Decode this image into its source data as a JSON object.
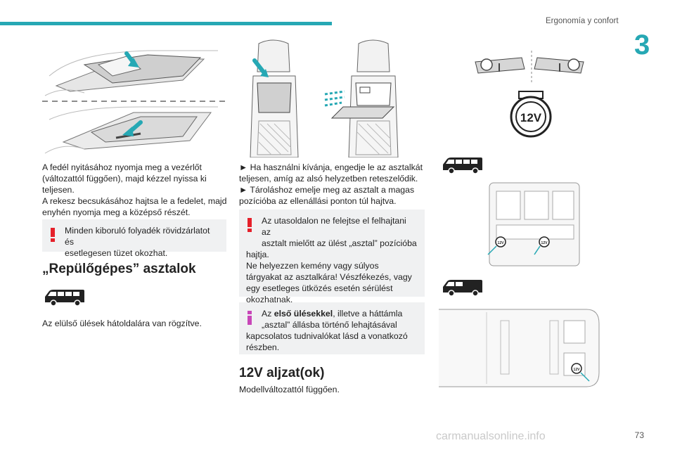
{
  "header": {
    "section": "Ergonomía y confort",
    "chapter": "3"
  },
  "col1": {
    "intro": [
      "A fedél nyitásához nyomja meg a vezérlőt",
      "(változattól függően), majd kézzel nyissa ki",
      "teljesen.",
      "A rekesz becsukásához hajtsa le a fedelet, majd",
      "enyhén nyomja meg a középső részét."
    ],
    "warning": [
      "Minden kiboruló folyadék rövidzárlatot és",
      "esetlegesen tüzet okozhat."
    ],
    "heading": "„Repülőgépes” asztalok",
    "fixed": "Az elülső ülések hátoldalára van rögzítve."
  },
  "col2": {
    "steps": [
      "► Ha használni kívánja, engedje le az asztalkát",
      "teljesen, amíg az alsó helyzetben reteszelődik.",
      "► Tároláshoz emelje meg az asztalt a magas",
      "pozícióba az ellenállási ponton túl hajtva."
    ],
    "warning": [
      "Az utasoldalon ne felejtse el felhajtani az",
      "asztalt mielőtt az ülést „asztal” pozícióba",
      "hajtja.",
      "Ne helyezzen kemény vagy súlyos",
      "tárgyakat az asztalkára! Vészfékezés, vagy",
      "egy esetleges ütközés esetén sérülést",
      "okozhatnak."
    ],
    "info": {
      "pre": "Az ",
      "bold": "első ülésekkel",
      "post": ", illetve a háttámla",
      "lines": [
        "„asztal” állásba történő lehajtásával",
        "kapcsolatos tudnivalókat lásd a vonatkozó",
        "részben."
      ]
    },
    "heading": "12V aljzat(ok)",
    "model": "Modellváltozattól függően."
  },
  "col3": {
    "socket_label": "12V",
    "plan_label": "12V"
  },
  "footer": {
    "page": "73",
    "watermark": "carmanualsonline.info"
  },
  "colors": {
    "accent": "#26a8b4",
    "warning": "#e5202a",
    "info": "#c846b8",
    "box": "#f0f1f2"
  }
}
